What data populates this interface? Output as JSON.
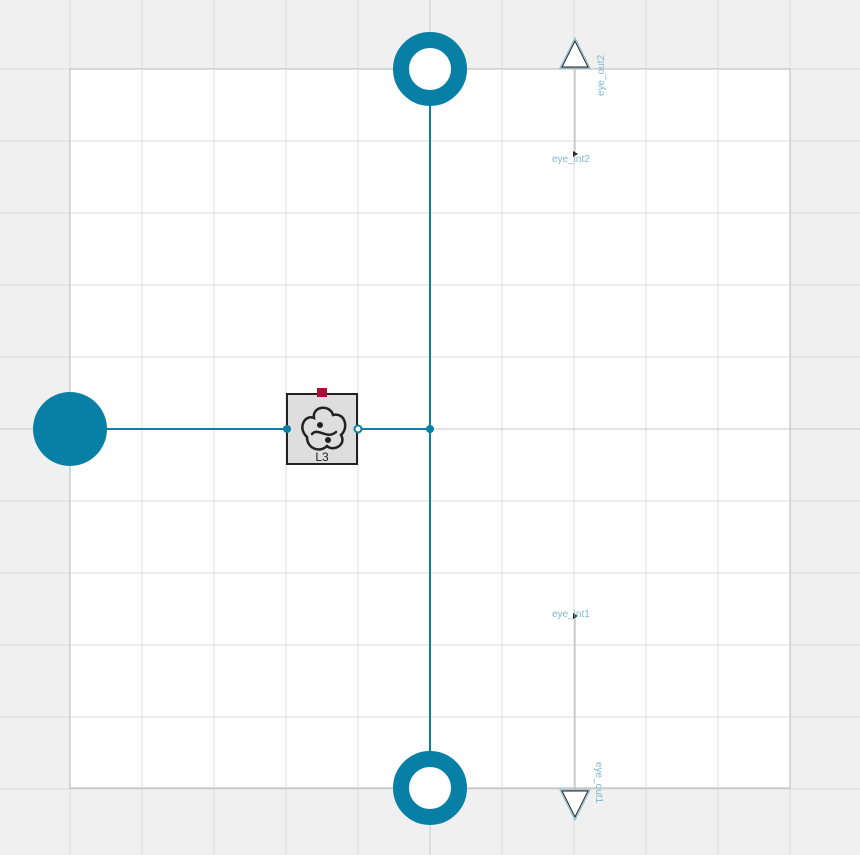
{
  "diagram": {
    "colors": {
      "background": "#f0f0f0",
      "sheet": "#ffffff",
      "grid": "#dcdcdc",
      "sheet_border": "#b4b4b4",
      "axis": "#c8c8c8",
      "wire": "#0880a6",
      "port": "#0880a6",
      "label": "#7fbad0",
      "block_fill": "#dedede",
      "block_stroke": "#222222",
      "marker": "#a8123a",
      "signal_line": "#b4b4b4"
    },
    "component": {
      "name": "L3",
      "icon": "python-icon"
    },
    "ports": {
      "input": "filled-circle-port",
      "top": "ring-port",
      "bottom": "ring-port"
    },
    "signals": {
      "eye_out2": "eye_out2",
      "eye_int2": "eye_int2",
      "eye_int1": "eye_int1",
      "eye_out1": "eye_out1"
    }
  }
}
